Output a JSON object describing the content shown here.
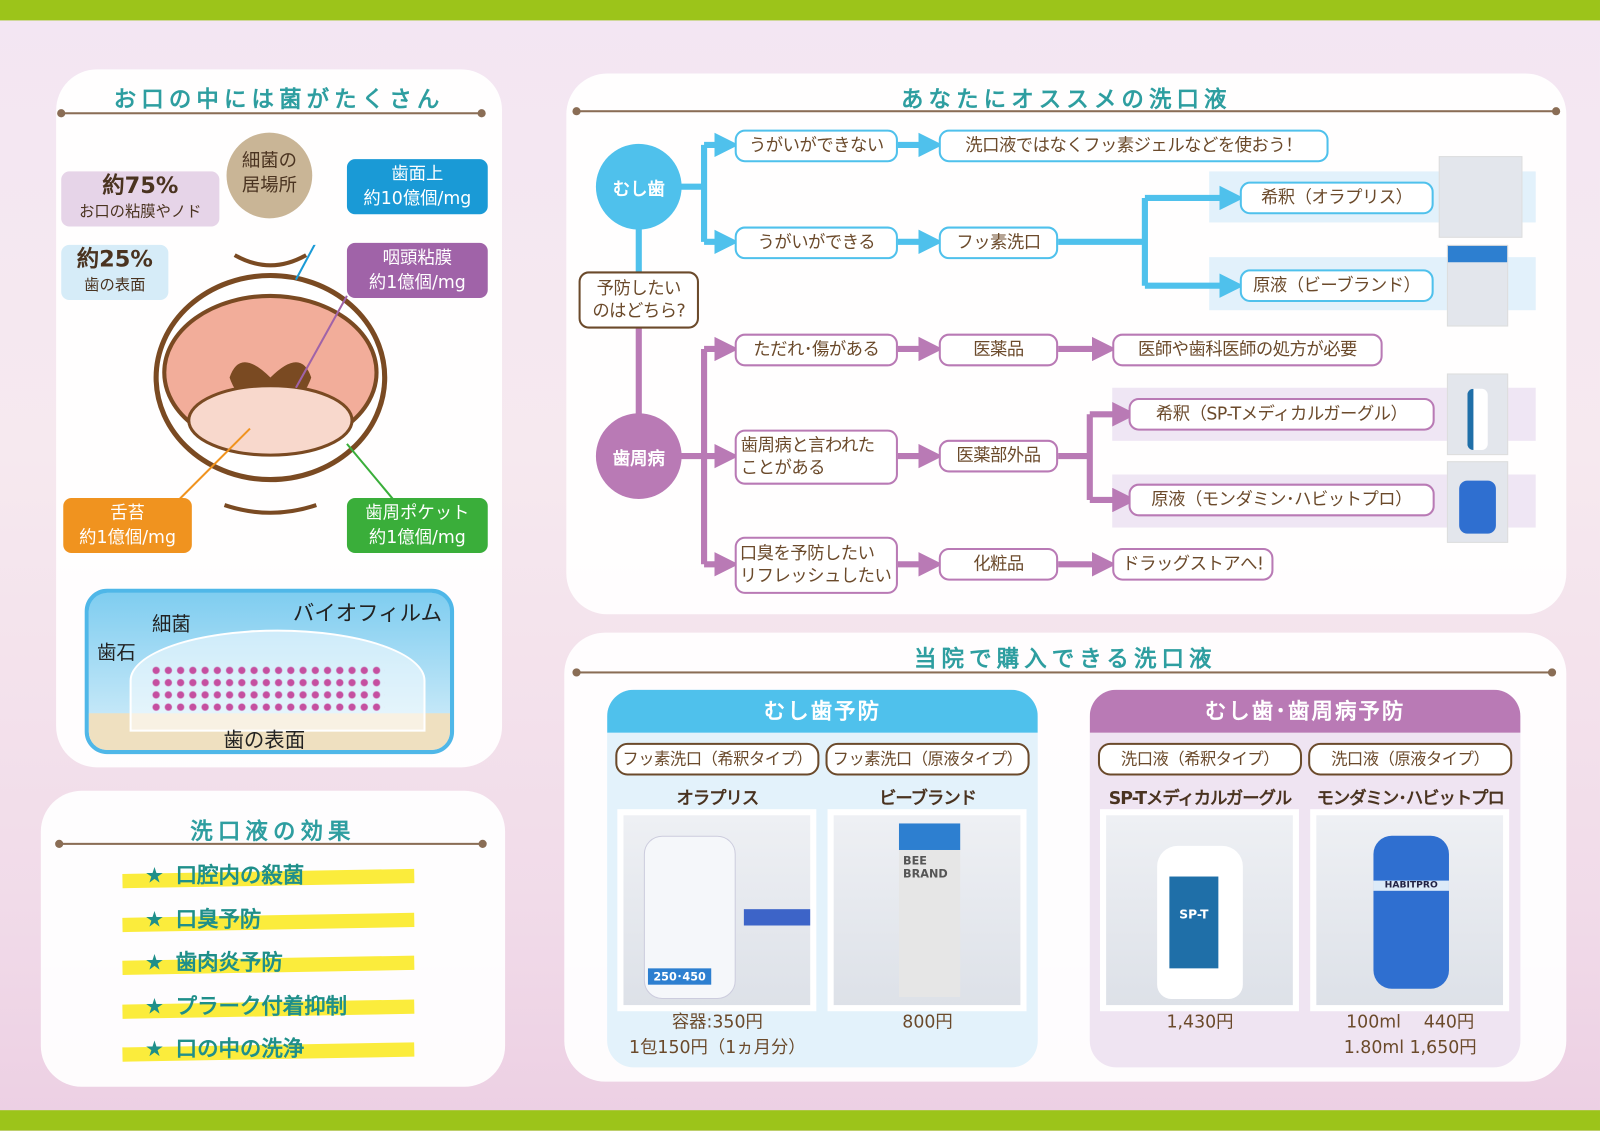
{
  "left_panel": {
    "title": "お口の中には菌がたくさん",
    "center_label": "細菌の\n居場所",
    "labels": [
      {
        "big": "約75%",
        "small": "お口の粘膜やノド"
      },
      {
        "big": "約25%",
        "small": "歯の表面"
      },
      {
        "title": "歯面上",
        "value": "約10億個/mg",
        "color": "#1a9ad6"
      },
      {
        "title": "咽頭粘膜",
        "value": "約1億個/mg",
        "color": "#a063a8"
      },
      {
        "title": "舌苔",
        "value": "約1億個/mg",
        "color": "#f0931f"
      },
      {
        "title": "歯周ポケット",
        "value": "約1億個/mg",
        "color": "#3aae3a"
      }
    ],
    "biofilm": {
      "bacteria": "細菌",
      "tartar": "歯石",
      "biofilm": "バイオフィルム",
      "surface": "歯の表面"
    }
  },
  "effects_panel": {
    "title": "洗口液の効果",
    "star": "★",
    "items": [
      "口腔内の殺菌",
      "口臭予防",
      "歯肉炎予防",
      "プラーク付着抑制",
      "口の中の洗浄"
    ]
  },
  "flow_panel": {
    "title": "あなたにオススメの洗口液",
    "question": "予防したい\nのはどちら?",
    "caries": "むし歯",
    "perio": "歯周病",
    "c_cannot": "うがいができない",
    "c_cannot_result": "洗口液ではなくフッ素ジェルなどを使おう！",
    "c_can": "うがいができる",
    "c_can_result": "フッ素洗口",
    "c_dilute": "希釈（オラプリス）",
    "c_stock": "原液（ビーブランド）",
    "p_wound": "ただれ･傷がある",
    "p_drug": "医薬品",
    "p_drug_result": "医師や歯科医師の処方が必要",
    "p_told": "歯周病と言われた\nことがある",
    "p_quasi": "医薬部外品",
    "p_dilute": "希釈（SP-Tメディカルガーグル）",
    "p_stock": "原液（モンダミン･ハビットプロ）",
    "p_breath": "口臭を予防したい\nリフレッシュしたい",
    "p_cosmetic": "化粧品",
    "p_cosmetic_result": "ドラッグストアへ!"
  },
  "shop_panel": {
    "title": "当院で購入できる洗口液",
    "colors": {
      "blue": "#4fc1ec",
      "purple": "#b97ab5"
    },
    "cards": [
      {
        "header": "むし歯予防",
        "products": [
          {
            "type": "フッ素洗口（希釈タイプ）",
            "name": "オラプリス",
            "label": "250･450",
            "price": "容器:350円\n1包150円（1ヵ月分）"
          },
          {
            "type": "フッ素洗口（原液タイプ）",
            "name": "ビーブランド",
            "label": "BEE BRAND",
            "price": "800円"
          }
        ]
      },
      {
        "header": "むし歯･歯周病予防",
        "products": [
          {
            "type": "洗口液（希釈タイプ）",
            "name": "SP-Tメディカルガーグル",
            "label": "SP-T",
            "price": "1,430円"
          },
          {
            "type": "洗口液（原液タイプ）",
            "name": "モンダミン･ハビットプロ",
            "label": "HABITPRO",
            "price": "100ml　 440円\n1.80ml 1,650円"
          }
        ]
      }
    ]
  }
}
